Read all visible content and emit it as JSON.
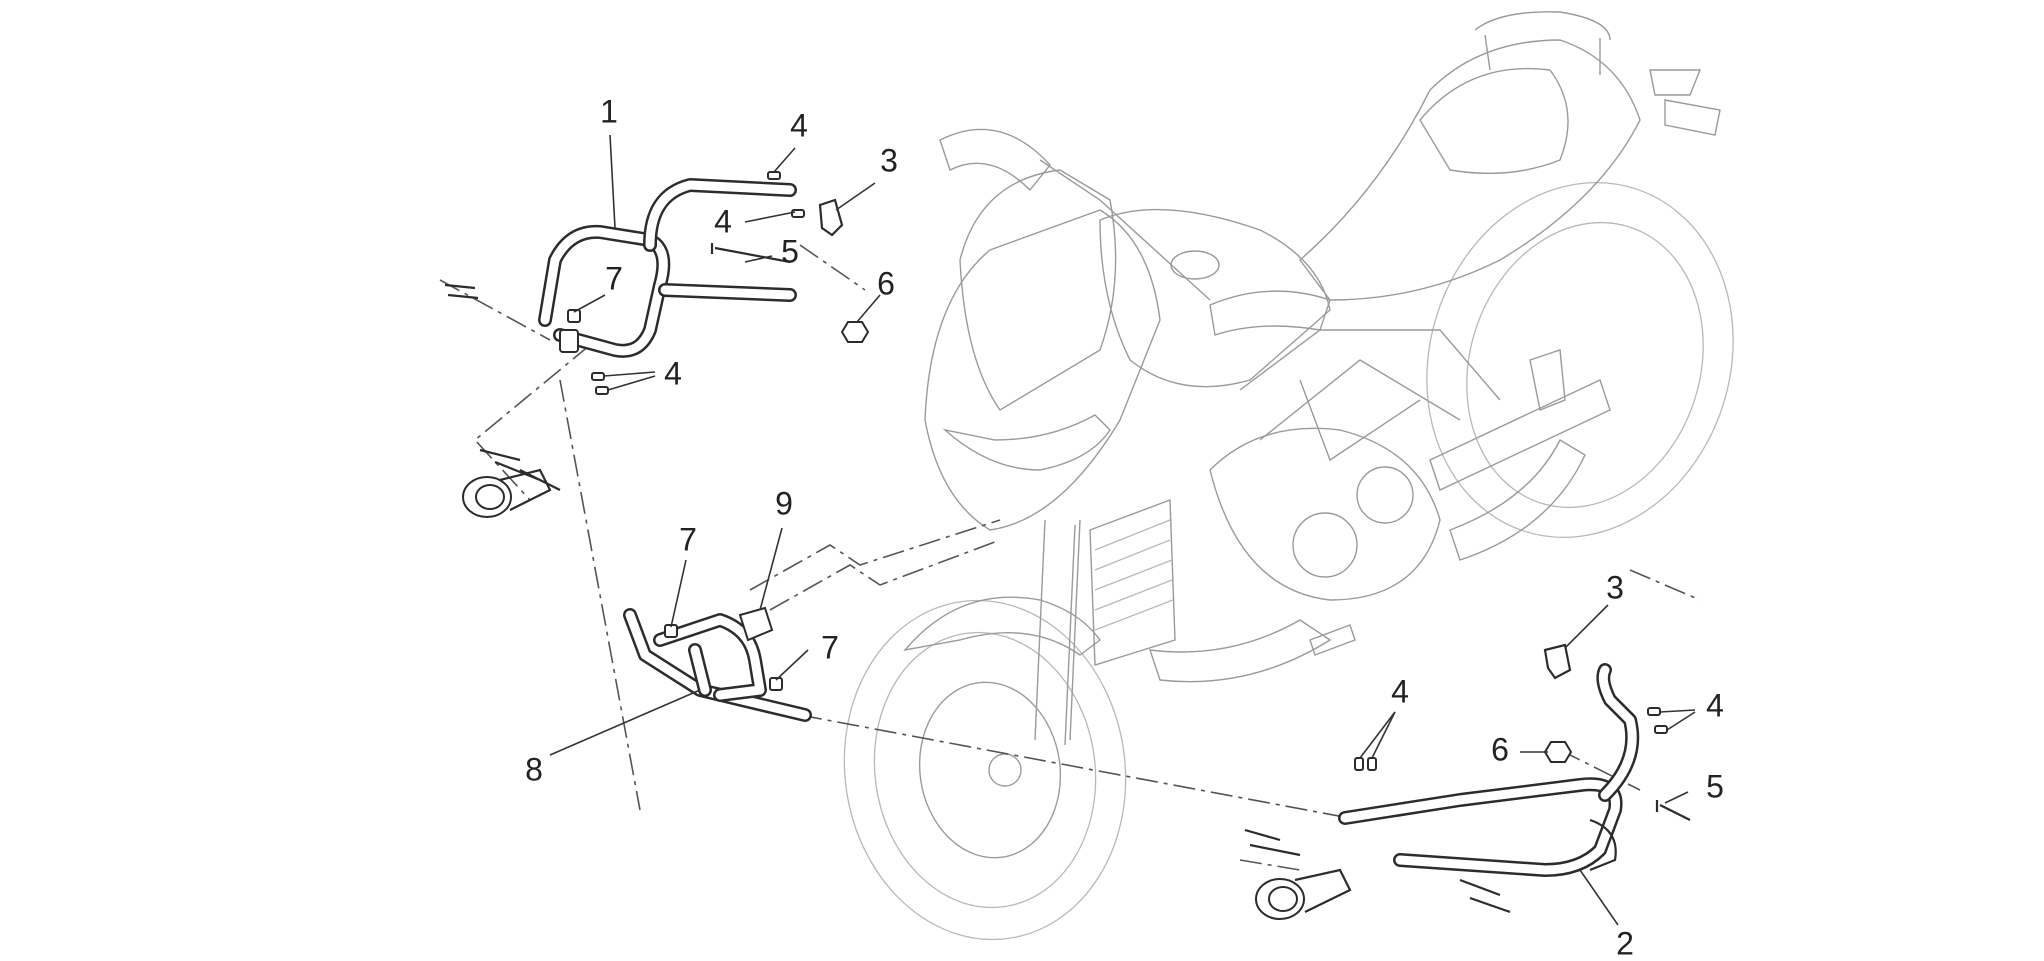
{
  "callouts": {
    "c1": "1",
    "c2": "2",
    "c3a": "3",
    "c3b": "3",
    "c4a": "4",
    "c4b": "4",
    "c4c": "4",
    "c4d": "4",
    "c4e": "4",
    "c5a": "5",
    "c5b": "5",
    "c6a": "6",
    "c6b": "6",
    "c7a": "7",
    "c7b": "7",
    "c7c": "7",
    "c8": "8",
    "c9": "9"
  }
}
